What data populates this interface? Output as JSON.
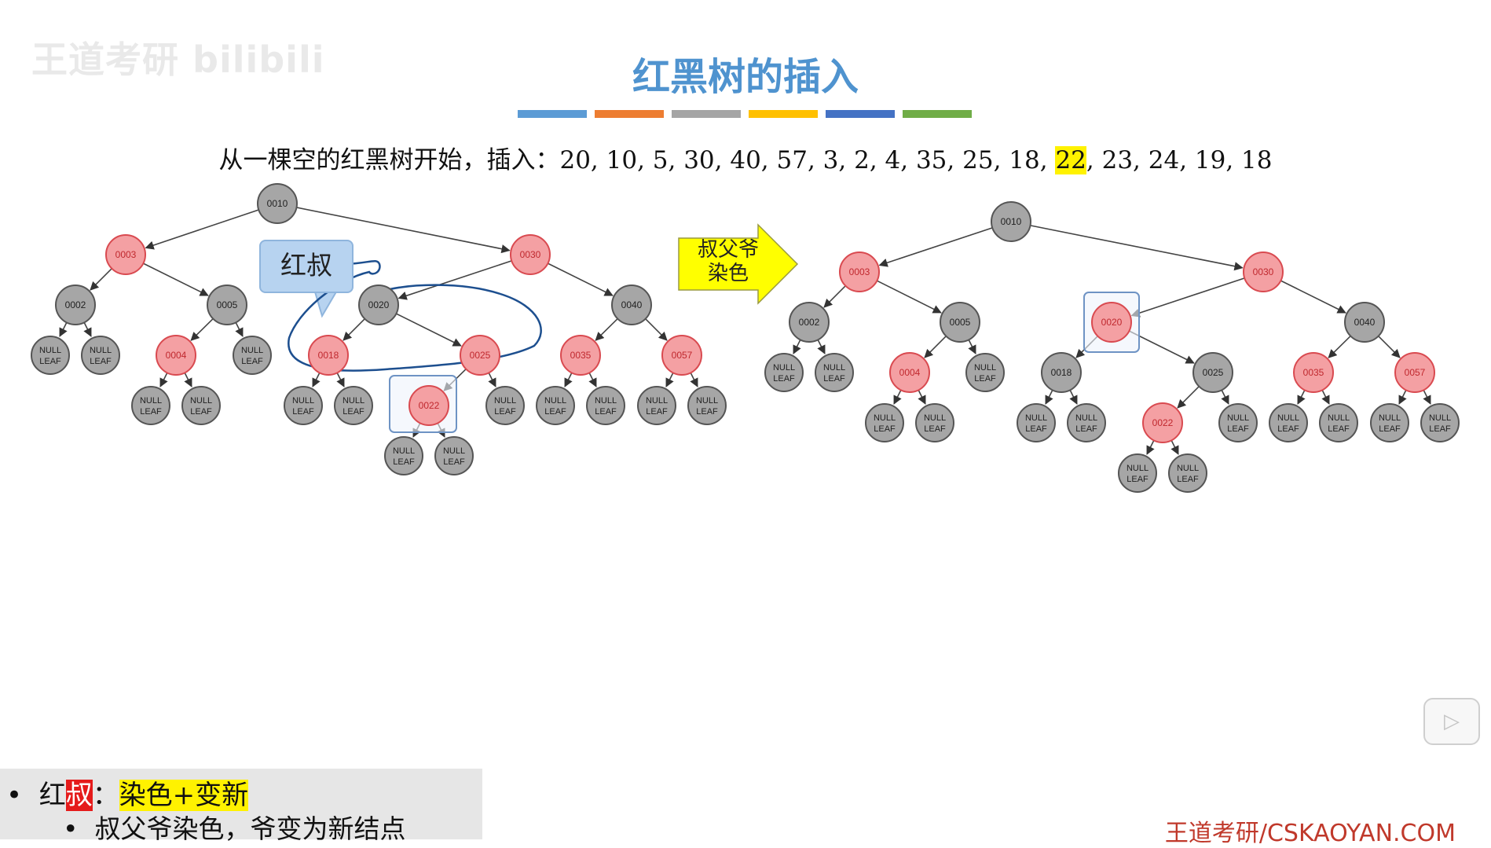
{
  "watermark": "王道考研 bilibili",
  "title": "红黑树的插入",
  "color_bars": [
    "#5b9bd5",
    "#ed7d31",
    "#a5a5a5",
    "#ffc000",
    "#4472c4",
    "#70ad47"
  ],
  "sequence": {
    "prefix": "从一棵空的红黑树开始，插入：20, 10, 5, 30, 40, 57, 3, 2, 4, 35, 25, 18, ",
    "highlight": "22",
    "suffix": ", 23, 24, 19, 18"
  },
  "callout": "红叔",
  "arrow_label_line1": "叔父爷",
  "arrow_label_line2": "染色",
  "colors": {
    "red_node": "#f4a0a3",
    "red_stroke": "#d94a50",
    "red_text": "#c0282e",
    "black_node": "#a6a6a6",
    "black_stroke": "#555555",
    "title": "#4f93cf",
    "highlight": "#fff200",
    "arrow": "#ffff00"
  },
  "null_label": [
    "NULL",
    "LEAF"
  ],
  "before_tree": [
    {
      "label": "0010",
      "color": "black",
      "parent": null
    },
    {
      "label": "0003",
      "color": "red",
      "parent": "0010"
    },
    {
      "label": "0030",
      "color": "red",
      "parent": "0010"
    },
    {
      "label": "0002",
      "color": "black",
      "parent": "0003"
    },
    {
      "label": "0005",
      "color": "black",
      "parent": "0003"
    },
    {
      "label": "0004",
      "color": "red",
      "parent": "0005"
    },
    {
      "label": "0020",
      "color": "black",
      "parent": "0030"
    },
    {
      "label": "0040",
      "color": "black",
      "parent": "0030"
    },
    {
      "label": "0018",
      "color": "red",
      "parent": "0020"
    },
    {
      "label": "0025",
      "color": "red",
      "parent": "0020"
    },
    {
      "label": "0022",
      "color": "red",
      "parent": "0025"
    },
    {
      "label": "0035",
      "color": "red",
      "parent": "0040"
    },
    {
      "label": "0057",
      "color": "red",
      "parent": "0040"
    }
  ],
  "after_tree": [
    {
      "label": "0010",
      "color": "black",
      "parent": null
    },
    {
      "label": "0003",
      "color": "red",
      "parent": "0010"
    },
    {
      "label": "0030",
      "color": "red",
      "parent": "0010"
    },
    {
      "label": "0002",
      "color": "black",
      "parent": "0003"
    },
    {
      "label": "0005",
      "color": "black",
      "parent": "0003"
    },
    {
      "label": "0004",
      "color": "red",
      "parent": "0005"
    },
    {
      "label": "0020",
      "color": "red",
      "parent": "0030"
    },
    {
      "label": "0040",
      "color": "black",
      "parent": "0030"
    },
    {
      "label": "0018",
      "color": "black",
      "parent": "0020"
    },
    {
      "label": "0025",
      "color": "black",
      "parent": "0020"
    },
    {
      "label": "0022",
      "color": "red",
      "parent": "0025"
    },
    {
      "label": "0035",
      "color": "red",
      "parent": "0040"
    },
    {
      "label": "0057",
      "color": "red",
      "parent": "0040"
    }
  ],
  "rule": {
    "prefix": "红",
    "red_word": "叔",
    "colon": "：",
    "action": "染色+变新"
  },
  "rule_sub": "叔父爷染色，爷变为新结点",
  "footer": "王道考研/CSKAOYAN.COM",
  "bullet": "•",
  "play_icon": "play-icon"
}
